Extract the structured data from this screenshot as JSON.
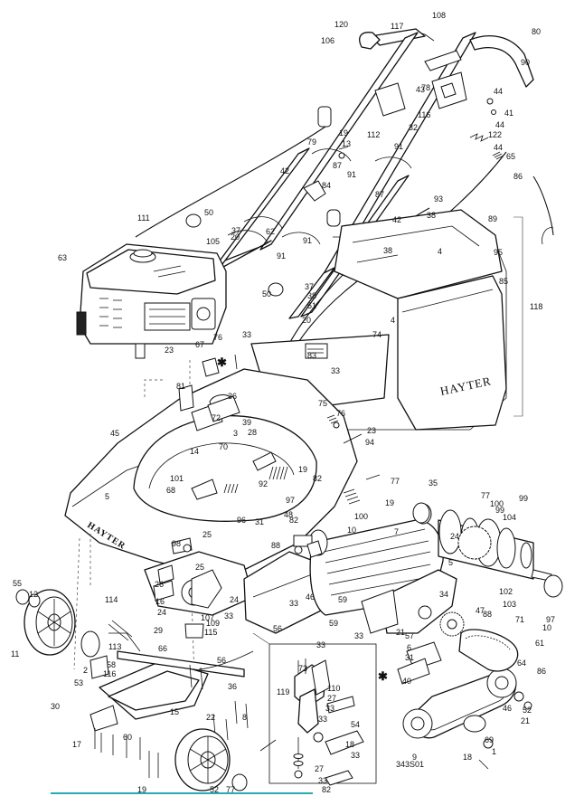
{
  "diagram": {
    "code_label": "343S01",
    "brand_bag": "HAYTER",
    "brand_deck": "HAYTER",
    "callouts": [
      {
        "t": "120"
      },
      {
        "t": "108"
      },
      {
        "t": "106"
      },
      {
        "t": "117"
      },
      {
        "t": "80"
      },
      {
        "t": "90"
      },
      {
        "t": "78"
      },
      {
        "t": "43"
      },
      {
        "t": "44"
      },
      {
        "t": "41"
      },
      {
        "t": "116"
      },
      {
        "t": "32"
      },
      {
        "t": "122"
      },
      {
        "t": "44"
      },
      {
        "t": "44"
      },
      {
        "t": "65"
      },
      {
        "t": "86"
      },
      {
        "t": "79"
      },
      {
        "t": "19"
      },
      {
        "t": "112"
      },
      {
        "t": "13"
      },
      {
        "t": "87"
      },
      {
        "t": "91"
      },
      {
        "t": "91"
      },
      {
        "t": "42"
      },
      {
        "t": "84"
      },
      {
        "t": "87"
      },
      {
        "t": "93"
      },
      {
        "t": "38"
      },
      {
        "t": "42"
      },
      {
        "t": "4"
      },
      {
        "t": "89"
      },
      {
        "t": "111"
      },
      {
        "t": "50"
      },
      {
        "t": "37"
      },
      {
        "t": "20"
      },
      {
        "t": "62"
      },
      {
        "t": "105"
      },
      {
        "t": "91"
      },
      {
        "t": "91"
      },
      {
        "t": "95"
      },
      {
        "t": "38"
      },
      {
        "t": "85"
      },
      {
        "t": "63"
      },
      {
        "t": "50"
      },
      {
        "t": "37"
      },
      {
        "t": "38"
      },
      {
        "t": "4"
      },
      {
        "t": "20"
      },
      {
        "t": "51"
      },
      {
        "t": "118"
      },
      {
        "t": "76"
      },
      {
        "t": "33"
      },
      {
        "t": "74"
      },
      {
        "t": "67"
      },
      {
        "t": "83"
      },
      {
        "t": "23"
      },
      {
        "t": "33"
      },
      {
        "t": "81"
      },
      {
        "t": "36"
      },
      {
        "t": "75"
      },
      {
        "t": "76"
      },
      {
        "t": "72"
      },
      {
        "t": "23"
      },
      {
        "t": "39"
      },
      {
        "t": "28"
      },
      {
        "t": "94"
      },
      {
        "t": "45"
      },
      {
        "t": "3"
      },
      {
        "t": "70"
      },
      {
        "t": "14"
      },
      {
        "t": "101"
      },
      {
        "t": "68"
      },
      {
        "t": "92"
      },
      {
        "t": "19"
      },
      {
        "t": "82"
      },
      {
        "t": "77"
      },
      {
        "t": "35"
      },
      {
        "t": "97"
      },
      {
        "t": "19"
      },
      {
        "t": "5"
      },
      {
        "t": "96"
      },
      {
        "t": "31"
      },
      {
        "t": "48"
      },
      {
        "t": "82"
      },
      {
        "t": "77"
      },
      {
        "t": "100"
      },
      {
        "t": "99"
      },
      {
        "t": "104"
      },
      {
        "t": "99"
      },
      {
        "t": "100"
      },
      {
        "t": "10"
      },
      {
        "t": "88"
      },
      {
        "t": "7"
      },
      {
        "t": "98"
      },
      {
        "t": "25"
      },
      {
        "t": "25"
      },
      {
        "t": "24"
      },
      {
        "t": "5"
      },
      {
        "t": "55"
      },
      {
        "t": "12"
      },
      {
        "t": "26"
      },
      {
        "t": "16"
      },
      {
        "t": "24"
      },
      {
        "t": "24"
      },
      {
        "t": "33"
      },
      {
        "t": "33"
      },
      {
        "t": "46"
      },
      {
        "t": "59"
      },
      {
        "t": "102"
      },
      {
        "t": "103"
      },
      {
        "t": "97"
      },
      {
        "t": "34"
      },
      {
        "t": "114"
      },
      {
        "t": "29"
      },
      {
        "t": "107"
      },
      {
        "t": "109"
      },
      {
        "t": "11"
      },
      {
        "t": "113"
      },
      {
        "t": "115"
      },
      {
        "t": "56"
      },
      {
        "t": "33"
      },
      {
        "t": "59"
      },
      {
        "t": "33"
      },
      {
        "t": "21"
      },
      {
        "t": "47"
      },
      {
        "t": "88"
      },
      {
        "t": "71"
      },
      {
        "t": "10"
      },
      {
        "t": "61"
      },
      {
        "t": "2"
      },
      {
        "t": "66"
      },
      {
        "t": "57"
      },
      {
        "t": "6"
      },
      {
        "t": "31"
      },
      {
        "t": "53"
      },
      {
        "t": "58"
      },
      {
        "t": "116"
      },
      {
        "t": "56"
      },
      {
        "t": "73"
      },
      {
        "t": "40"
      },
      {
        "t": "64"
      },
      {
        "t": "86"
      },
      {
        "t": "30"
      },
      {
        "t": "36"
      },
      {
        "t": "119"
      },
      {
        "t": "110"
      },
      {
        "t": "27"
      },
      {
        "t": "54"
      },
      {
        "t": "46"
      },
      {
        "t": "52"
      },
      {
        "t": "21"
      },
      {
        "t": "15"
      },
      {
        "t": "22"
      },
      {
        "t": "8"
      },
      {
        "t": "33"
      },
      {
        "t": "33"
      },
      {
        "t": "18"
      },
      {
        "t": "9"
      },
      {
        "t": "18"
      },
      {
        "t": "69"
      },
      {
        "t": "1"
      },
      {
        "t": "60"
      },
      {
        "t": "17"
      },
      {
        "t": "27"
      },
      {
        "t": "33"
      },
      {
        "t": "33"
      },
      {
        "t": "82"
      },
      {
        "t": "19"
      },
      {
        "t": "52"
      },
      {
        "t": "77"
      },
      {
        "t": "33"
      },
      {
        "t": "11"
      },
      {
        "t": "26"
      }
    ]
  }
}
